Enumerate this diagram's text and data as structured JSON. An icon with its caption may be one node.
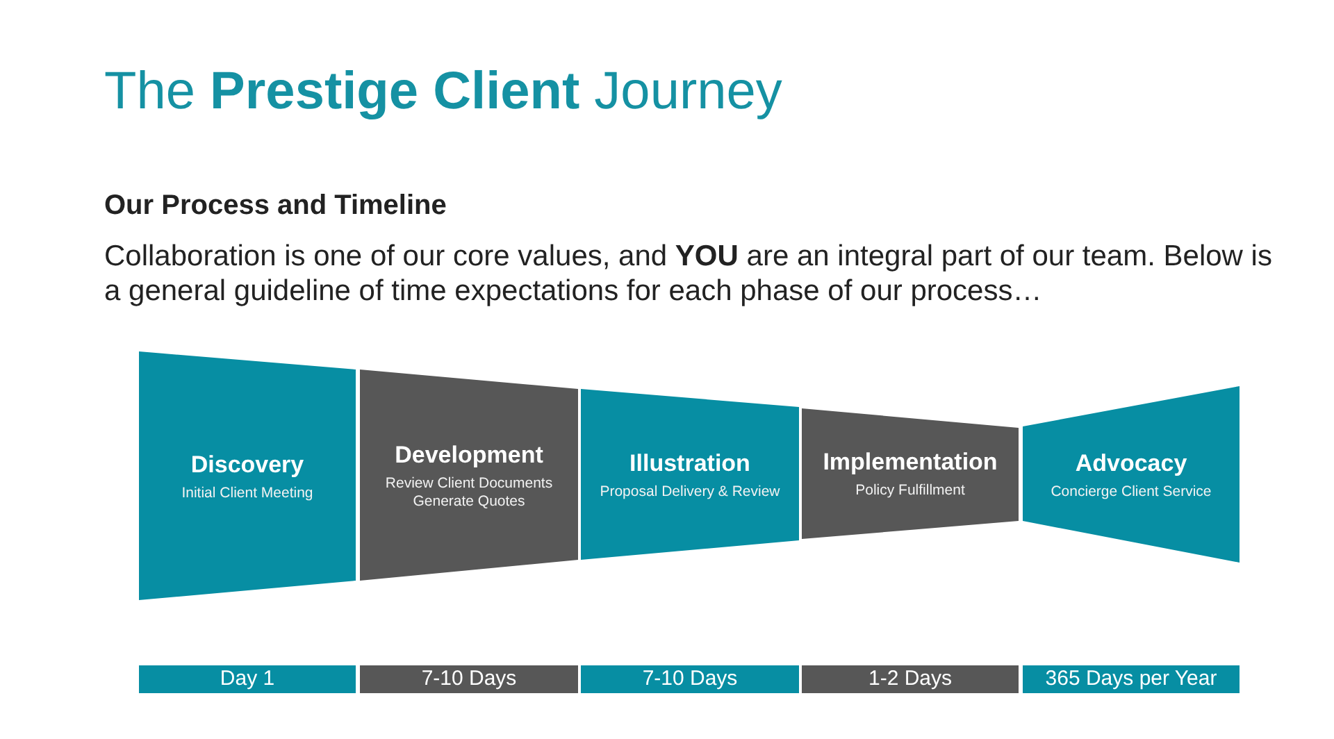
{
  "diagram": {
    "title": "The **Prestige Client** Journey",
    "nodes": [
      {
        "text": [
          "Discovery",
          "Initial Client Meeting"
        ]
      },
      {
        "text": [
          "Development",
          "Review Client Documents Generate Quotes"
        ]
      },
      {
        "text": [
          "Illustration",
          "Proposal Delivery & Review"
        ]
      },
      {
        "text": [
          "Implementation",
          "Policy Fulfillment"
        ]
      },
      {
        "text": [
          "Advocacy",
          "Concierge Client Service"
        ]
      },
      {
        "text": [
          "Day 1"
        ]
      },
      {
        "text": [
          "7-10 Days"
        ]
      },
      {
        "text": [
          "7-10 Days"
        ]
      },
      {
        "text": [
          "1-2 Days"
        ]
      },
      {
        "text": [
          "365 Days per Year"
        ]
      }
    ],
    "labels": [
      "Our Process and Timeline",
      "Collaboration is one of our core values, and **YOU** are an integral part of our team. Below is a general guideline of time expectations for each phase of our process…"
    ]
  }
}
